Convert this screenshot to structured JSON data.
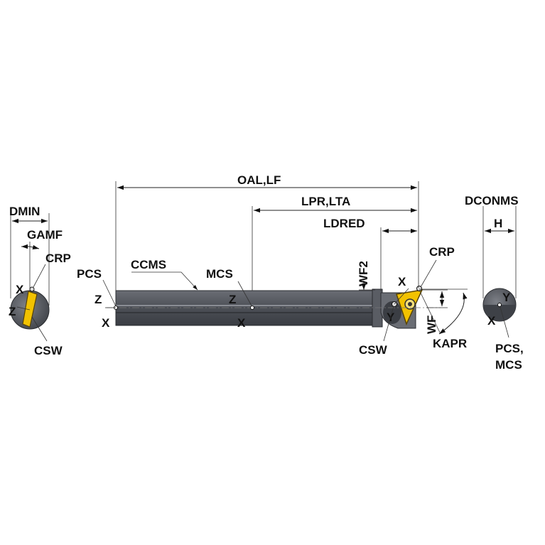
{
  "colors": {
    "body": "#55585f",
    "body_dark": "#3b3e44",
    "body_light": "#8a8d94",
    "insert": "#f2c200",
    "insert_edge": "#7a5e00",
    "ink": "#111111"
  },
  "labels": {
    "oal_lf": "OAL,LF",
    "lpr_lta": "LPR,LTA",
    "ldred": "LDRED",
    "dconms": "DCONMS",
    "h": "H",
    "dmin": "DMIN",
    "gamf": "GAMF",
    "crp_left": "CRP",
    "crp_right": "CRP",
    "pcs": "PCS",
    "ccms": "CCMS",
    "mcs": "MCS",
    "wf2": "WF2",
    "wf": "WF",
    "kapr": "KAPR",
    "csw_left": "CSW",
    "csw_right": "CSW",
    "pcs_mcs_line1": "PCS,",
    "pcs_mcs_line2": "MCS"
  },
  "axes": {
    "left_x": "X",
    "left_z": "Z",
    "pcs_z": "Z",
    "pcs_x": "X",
    "mcs_z": "Z",
    "mcs_x": "X",
    "head_x": "X",
    "head_y": "Y",
    "end_y": "Y",
    "end_x": "X"
  }
}
